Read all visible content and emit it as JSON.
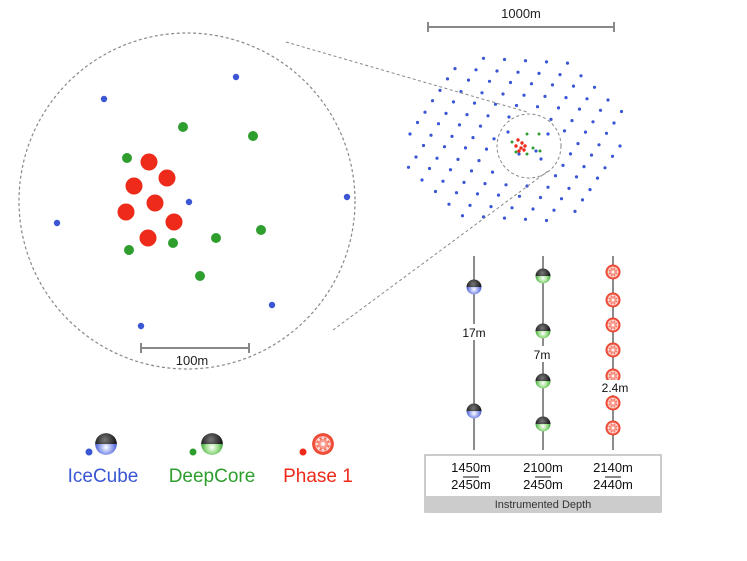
{
  "colors": {
    "icecube": "#3a56d4",
    "deepcore": "#2e9e2e",
    "phase1": "#ee2b1b",
    "scale_bar": "#888888",
    "depth_bar": "#cccccc"
  },
  "scale_bars": {
    "array": "1000m",
    "zoom": "100m"
  },
  "spacings": {
    "icecube": "17m",
    "deepcore": "7m",
    "phase1": "2.4m"
  },
  "legend": {
    "icecube": "IceCube",
    "deepcore": "DeepCore",
    "phase1": "Phase 1"
  },
  "depth_table": {
    "columns": [
      {
        "top": "1450m",
        "bottom": "2450m"
      },
      {
        "top": "2100m",
        "bottom": "2450m"
      },
      {
        "top": "2140m",
        "bottom": "2440m"
      }
    ],
    "label": "Instrumented Depth"
  },
  "icons": {
    "icecube_module": "icecube-dom-icon",
    "deepcore_module": "deepcore-dom-icon",
    "phase1_module": "phase1-mdom-icon"
  }
}
